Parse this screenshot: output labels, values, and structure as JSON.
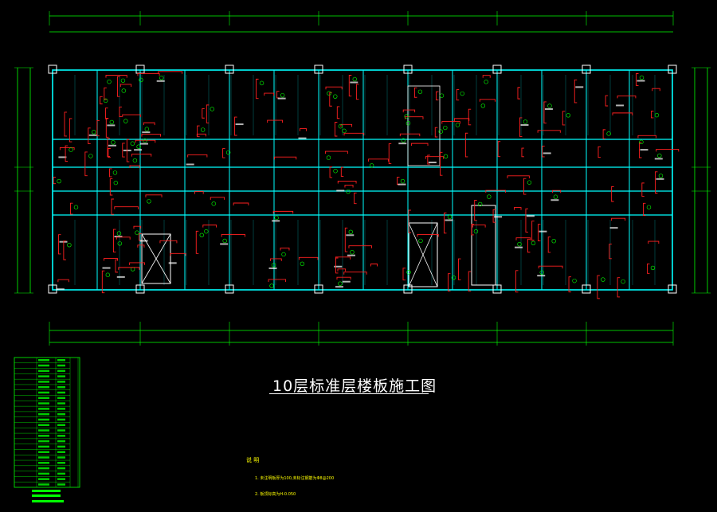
{
  "drawing": {
    "title": "10层标准层楼板施工图",
    "notes_heading": "说 明",
    "notes": [
      "1. 未注明板厚为100,未标注钢筋为Φ8@200",
      "2. 板顶标高为H-0.050"
    ],
    "colors": {
      "background": "#000000",
      "grid": "#00ffff",
      "rebar": "#ff2020",
      "dimension": "#00ff00",
      "text": "#ffffff",
      "notes": "#ffff00"
    }
  }
}
